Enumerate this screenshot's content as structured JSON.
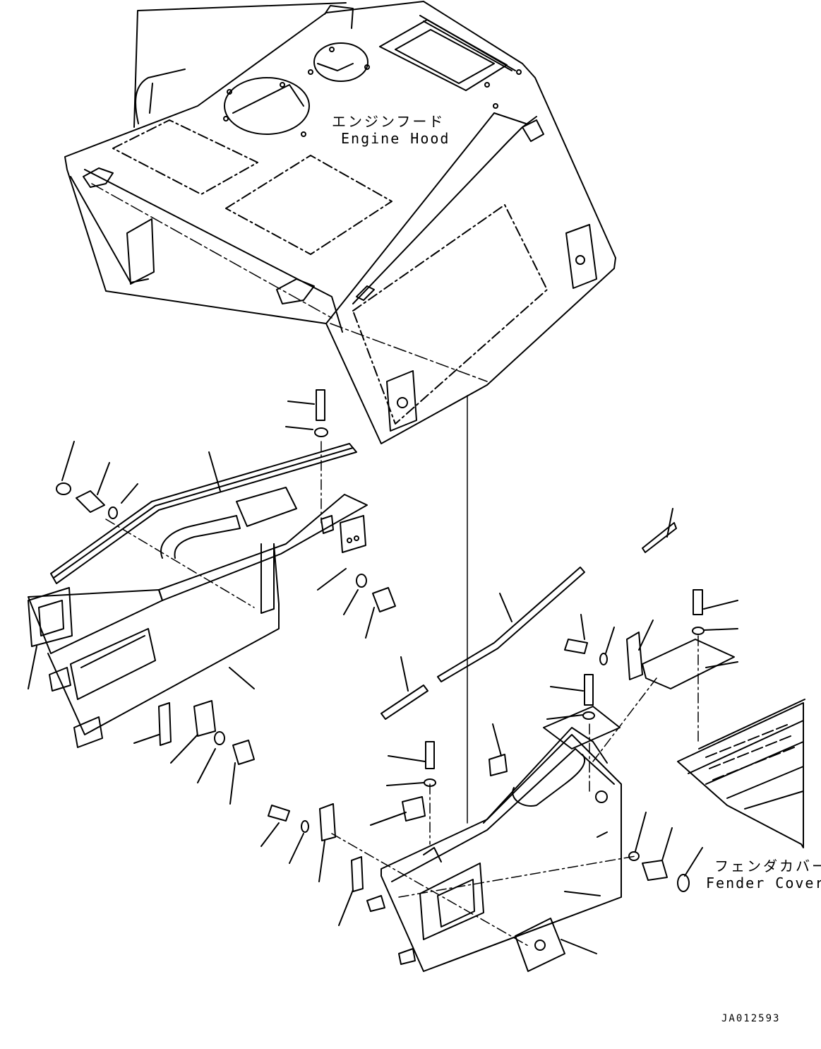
{
  "labels": {
    "engine_hood_jp": "エンジンフード",
    "engine_hood_en": "Engine Hood",
    "fender_cover_jp": "フェンダカバー",
    "fender_cover_en": "Fender Cover",
    "drawing_code": "JA012593"
  },
  "colors": {
    "line": "#000000",
    "background": "#ffffff"
  }
}
